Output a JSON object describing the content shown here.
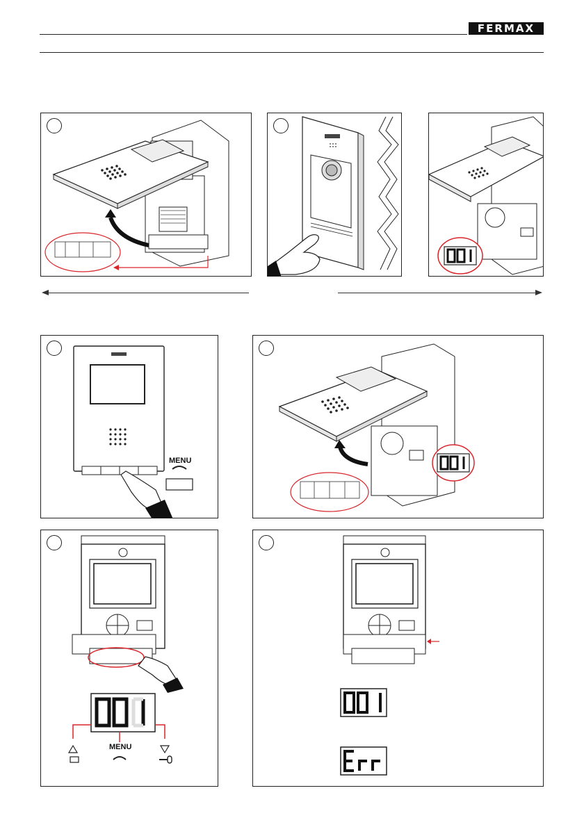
{
  "header": {
    "brand": "FERMAX"
  },
  "panel4": {
    "menu_label": "MENU"
  },
  "panel6": {
    "display_value": "001",
    "menu_label": "MENU"
  },
  "panel7": {
    "display_ok": "001",
    "display_error": "Err"
  },
  "colors": {
    "highlight": "#d9252a",
    "line": "#222222"
  }
}
